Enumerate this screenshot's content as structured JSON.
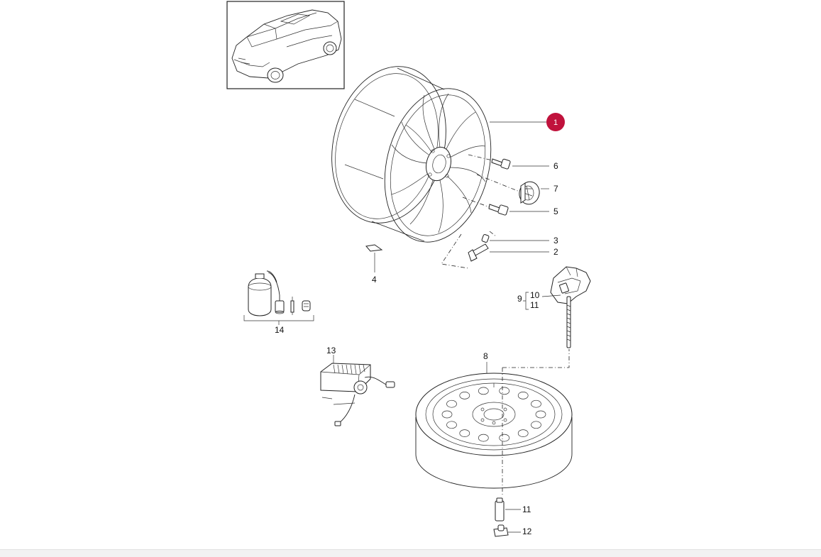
{
  "diagram": {
    "highlight_color": "#c0123c",
    "callouts": {
      "c1": "1",
      "c2": "2",
      "c3": "3",
      "c4": "4",
      "c5": "5",
      "c6": "6",
      "c7": "7",
      "c8": "8",
      "c9": "9",
      "c10": "10",
      "c11a": "11",
      "c11b": "11",
      "c12": "12",
      "c13": "13",
      "c14": "14"
    },
    "icons": {
      "vehicle": "vehicle-thumbnail",
      "wheel": "alloy-wheel",
      "spare": "spare-wheel",
      "jack": "car-jack",
      "compressor": "tire-compressor",
      "repair_kit": "tire-repair-kit"
    }
  }
}
